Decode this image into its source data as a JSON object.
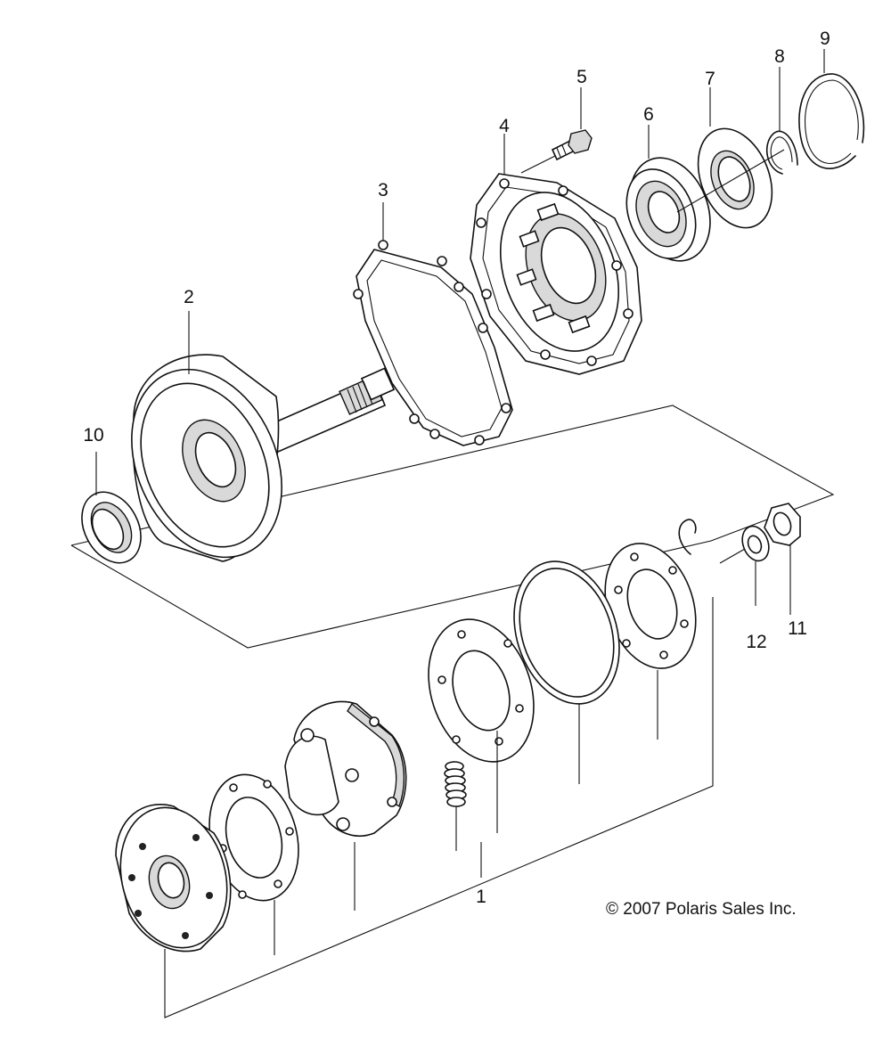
{
  "diagram": {
    "callouts": [
      {
        "id": "1",
        "label": "1"
      },
      {
        "id": "2",
        "label": "2"
      },
      {
        "id": "3",
        "label": "3"
      },
      {
        "id": "4",
        "label": "4"
      },
      {
        "id": "5",
        "label": "5"
      },
      {
        "id": "6",
        "label": "6"
      },
      {
        "id": "7",
        "label": "7"
      },
      {
        "id": "8",
        "label": "8"
      },
      {
        "id": "9",
        "label": "9"
      },
      {
        "id": "10",
        "label": "10"
      },
      {
        "id": "11",
        "label": "11"
      },
      {
        "id": "12",
        "label": "12"
      }
    ],
    "copyright": "© 2007 Polaris Sales Inc.",
    "colors": {
      "line": "#111111",
      "fill": "#ffffff",
      "shade": "#d9d9d9"
    }
  }
}
